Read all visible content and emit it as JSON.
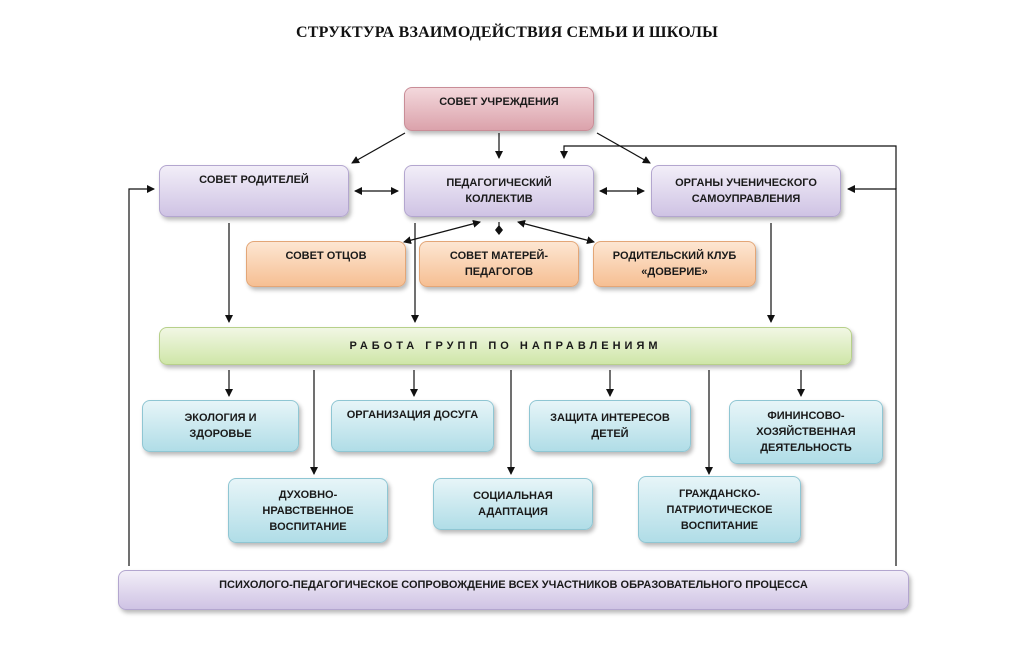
{
  "title": "СТРУКТУРА ВЗАИМОДЕЙСТВИЯ СЕМЬИ И ШКОЛЫ",
  "nodes": {
    "council_institution": "СОВЕТ УЧРЕЖДЕНИЯ",
    "parents_council": "СОВЕТ РОДИТЕЛЕЙ",
    "teaching_staff": "ПЕДАГОГИЧЕСКИЙ КОЛЛЕКТИВ",
    "student_government": "ОРГАНЫ УЧЕНИЧЕСКОГО САМОУПРАВЛЕНИЯ",
    "fathers_council": "СОВЕТ ОТЦОВ",
    "mothers_teachers_council": "СОВЕТ МАТЕРЕЙ-ПЕДАГОГОВ",
    "parents_club": "РОДИТЕЛЬСКИЙ КЛУБ «ДОВЕРИЕ»",
    "group_work": "РАБОТА ГРУПП ПО НАПРАВЛЕНИЯМ",
    "ecology_health": "ЭКОЛОГИЯ И ЗДОРОВЬЕ",
    "leisure": "ОРГАНИЗАЦИЯ ДОСУГА",
    "children_rights": "ЗАЩИТА ИНТЕРЕСОВ ДЕТЕЙ",
    "financial": "ФИНИНСОВО-ХОЗЯЙСТВЕННАЯ ДЕЯТЕЛЬНОСТЬ",
    "moral_education": "ДУХОВНО-НРАВСТВЕННОЕ ВОСПИТАНИЕ",
    "social_adaptation": "СОЦИАЛЬНАЯ АДАПТАЦИЯ",
    "civic_education": "ГРАЖДАНСКО-ПАТРИОТИЧЕСКОЕ ВОСПИТАНИЕ",
    "psych_support": "ПСИХОЛОГО-ПЕДАГОГИЧЕСКОЕ СОПРОВОЖДЕНИЕ ВСЕХ УЧАСТНИКОВ ОБРАЗОВАТЕЛЬНОГО ПРОЦЕССА"
  },
  "colors": {
    "top": "#dba2ab",
    "main": "#cfc3e4",
    "sub": "#f6bf93",
    "groups": "#cfe6a8",
    "areas": "#b0dde7"
  }
}
